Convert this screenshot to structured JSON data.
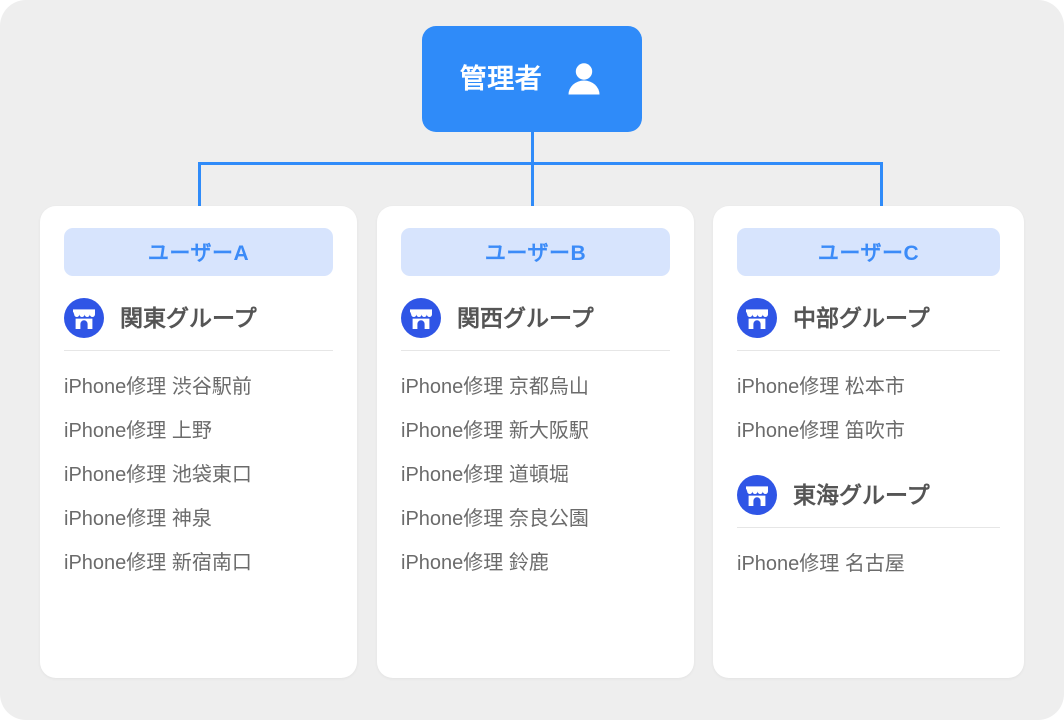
{
  "colors": {
    "background": "#eeeeee",
    "admin_node": "#2f8bf9",
    "connector": "#2f8bf9",
    "card_background": "#ffffff",
    "badge_background": "#d7e4fd",
    "badge_text": "#3b8bf8",
    "group_name_text": "#555555",
    "store_text": "#6b6b6b",
    "divider": "#e6e6e6",
    "store_icon": "#2f55e6"
  },
  "admin": {
    "label": "管理者",
    "icon": "person-icon"
  },
  "columns": [
    {
      "user_label": "ユーザーA",
      "groups": [
        {
          "icon": "storefront-icon",
          "name": "関東グループ",
          "stores": [
            "iPhone修理 渋谷駅前",
            "iPhone修理 上野",
            "iPhone修理 池袋東口",
            "iPhone修理 神泉",
            "iPhone修理 新宿南口"
          ]
        }
      ]
    },
    {
      "user_label": "ユーザーB",
      "groups": [
        {
          "icon": "storefront-icon",
          "name": "関西グループ",
          "stores": [
            "iPhone修理 京都烏山",
            "iPhone修理 新大阪駅",
            "iPhone修理 道頓堀",
            "iPhone修理 奈良公園",
            "iPhone修理 鈴鹿"
          ]
        }
      ]
    },
    {
      "user_label": "ユーザーC",
      "groups": [
        {
          "icon": "storefront-icon",
          "name": "中部グループ",
          "stores": [
            "iPhone修理 松本市",
            "iPhone修理 笛吹市"
          ]
        },
        {
          "icon": "storefront-icon",
          "name": "東海グループ",
          "stores": [
            "iPhone修理 名古屋"
          ]
        }
      ]
    }
  ]
}
